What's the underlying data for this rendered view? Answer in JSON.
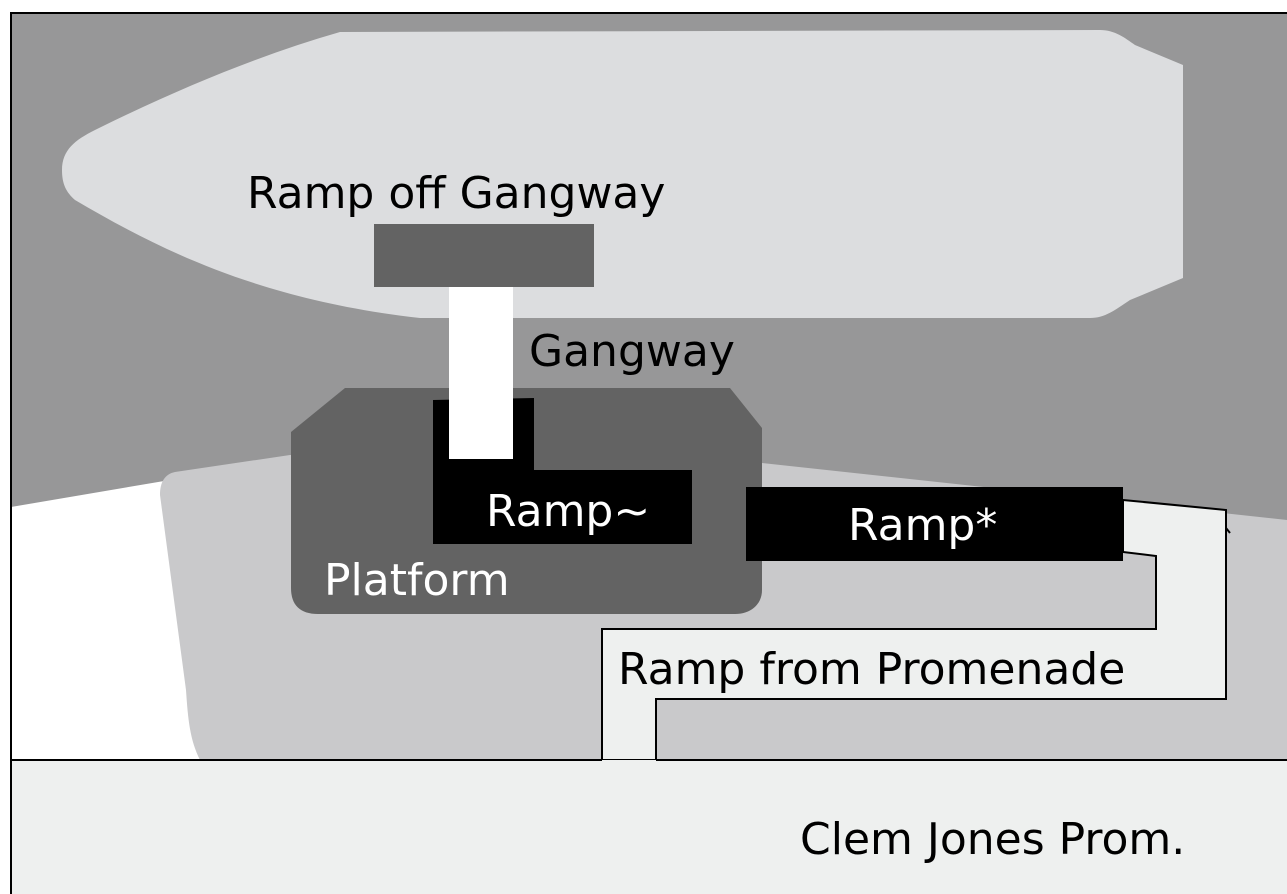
{
  "labels": {
    "ramp_off_gangway": "Ramp off Gangway",
    "gangway": "Gangway",
    "ramp_tilde": "Ramp~",
    "ramp_star": "Ramp*",
    "platform": "Platform",
    "ramp_from_promenade": "Ramp from Promenade",
    "promenade": "Clem Jones Prom."
  },
  "colors": {
    "water": "#979798",
    "ship": "#dcdddf",
    "pontoon": "#c9c9cb",
    "platform": "#636363",
    "ramp": "#000000",
    "gangway": "#ffffff",
    "promenade": "#eef0ef",
    "outline": "#000000"
  }
}
